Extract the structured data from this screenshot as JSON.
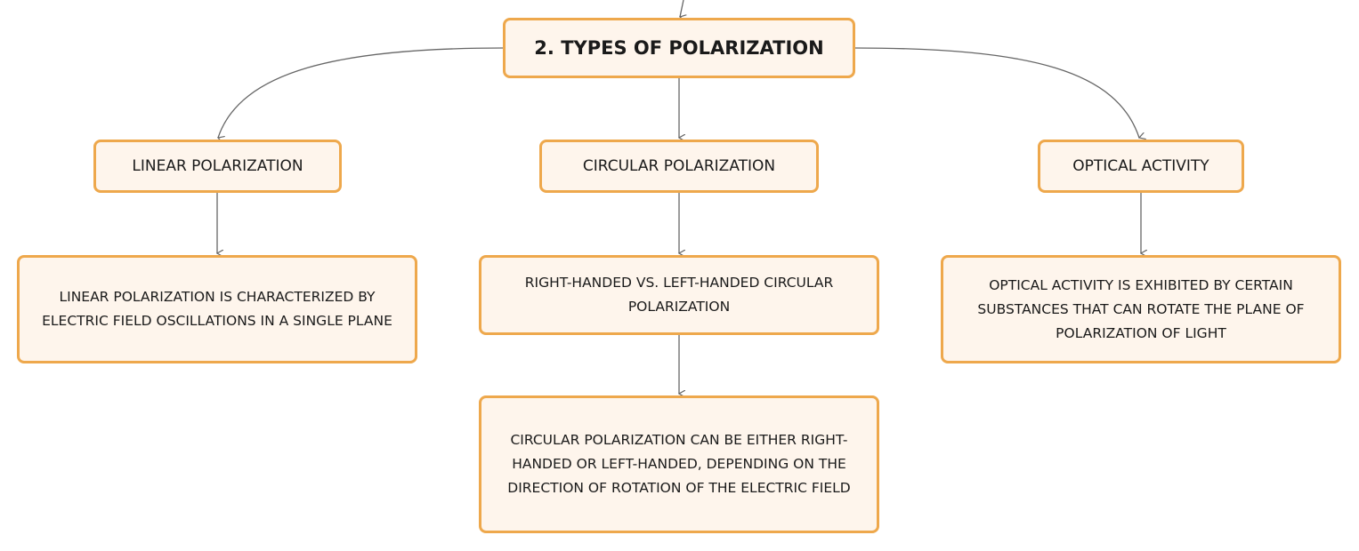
{
  "colors": {
    "node_fill": "#fef5ec",
    "node_border": "#eea84c",
    "connector": "#666666",
    "text": "#1a1a1a"
  },
  "root": {
    "label": "2. TYPES OF POLARIZATION"
  },
  "branches": [
    {
      "label": "LINEAR POLARIZATION",
      "children": [
        "LINEAR POLARIZATION IS CHARACTERIZED BY ELECTRIC FIELD OSCILLATIONS IN A SINGLE PLANE"
      ]
    },
    {
      "label": "CIRCULAR POLARIZATION",
      "children": [
        "RIGHT-HANDED VS. LEFT-HANDED CIRCULAR POLARIZATION",
        "CIRCULAR POLARIZATION CAN BE EITHER RIGHT-HANDED OR LEFT-HANDED, DEPENDING ON THE DIRECTION OF ROTATION OF THE ELECTRIC FIELD"
      ]
    },
    {
      "label": "OPTICAL ACTIVITY",
      "children": [
        "OPTICAL ACTIVITY IS EXHIBITED BY CERTAIN SUBSTANCES THAT CAN ROTATE THE PLANE OF POLARIZATION OF LIGHT"
      ]
    }
  ]
}
